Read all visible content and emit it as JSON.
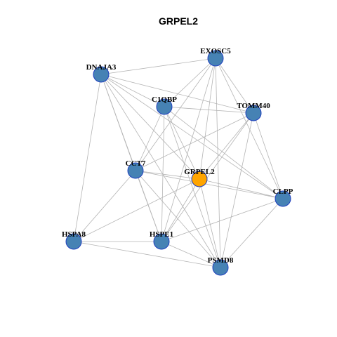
{
  "title": "GRPEL2",
  "colors": {
    "background": "#ffffff",
    "edge": "#b4b4b4",
    "node_default": "#4682b4",
    "node_highlight": "#ffa500",
    "node_border": "#1f3fbf"
  },
  "nodes": [
    {
      "id": "EXOSC5",
      "label": "EXOSC5",
      "highlight": false
    },
    {
      "id": "DNAJA3",
      "label": "DNAJA3",
      "highlight": false
    },
    {
      "id": "C1QBP",
      "label": "C1QBP",
      "highlight": false
    },
    {
      "id": "TOMM40",
      "label": "TOMM40",
      "highlight": false
    },
    {
      "id": "CCT7",
      "label": "CCT7",
      "highlight": false
    },
    {
      "id": "GRPEL2",
      "label": "GRPEL2",
      "highlight": true
    },
    {
      "id": "CLPP",
      "label": "CLPP",
      "highlight": false
    },
    {
      "id": "HSPA8",
      "label": "HSPA8",
      "highlight": false
    },
    {
      "id": "HSPE1",
      "label": "HSPE1",
      "highlight": false
    },
    {
      "id": "PSMD8",
      "label": "PSMD8",
      "highlight": false
    }
  ],
  "edges": [
    [
      "DNAJA3",
      "EXOSC5"
    ],
    [
      "DNAJA3",
      "C1QBP"
    ],
    [
      "DNAJA3",
      "TOMM40"
    ],
    [
      "DNAJA3",
      "CCT7"
    ],
    [
      "DNAJA3",
      "GRPEL2"
    ],
    [
      "DNAJA3",
      "CLPP"
    ],
    [
      "DNAJA3",
      "HSPA8"
    ],
    [
      "DNAJA3",
      "HSPE1"
    ],
    [
      "DNAJA3",
      "PSMD8"
    ],
    [
      "EXOSC5",
      "C1QBP"
    ],
    [
      "EXOSC5",
      "TOMM40"
    ],
    [
      "EXOSC5",
      "CCT7"
    ],
    [
      "EXOSC5",
      "GRPEL2"
    ],
    [
      "EXOSC5",
      "CLPP"
    ],
    [
      "EXOSC5",
      "HSPE1"
    ],
    [
      "EXOSC5",
      "PSMD8"
    ],
    [
      "C1QBP",
      "TOMM40"
    ],
    [
      "C1QBP",
      "CCT7"
    ],
    [
      "C1QBP",
      "GRPEL2"
    ],
    [
      "C1QBP",
      "CLPP"
    ],
    [
      "C1QBP",
      "HSPE1"
    ],
    [
      "C1QBP",
      "PSMD8"
    ],
    [
      "TOMM40",
      "CCT7"
    ],
    [
      "TOMM40",
      "GRPEL2"
    ],
    [
      "TOMM40",
      "CLPP"
    ],
    [
      "TOMM40",
      "HSPE1"
    ],
    [
      "TOMM40",
      "PSMD8"
    ],
    [
      "CCT7",
      "GRPEL2"
    ],
    [
      "CCT7",
      "CLPP"
    ],
    [
      "CCT7",
      "HSPA8"
    ],
    [
      "CCT7",
      "HSPE1"
    ],
    [
      "CCT7",
      "PSMD8"
    ],
    [
      "GRPEL2",
      "CLPP"
    ],
    [
      "GRPEL2",
      "HSPA8"
    ],
    [
      "GRPEL2",
      "HSPE1"
    ],
    [
      "GRPEL2",
      "PSMD8"
    ],
    [
      "CLPP",
      "HSPE1"
    ],
    [
      "CLPP",
      "PSMD8"
    ],
    [
      "HSPA8",
      "HSPE1"
    ],
    [
      "HSPA8",
      "PSMD8"
    ],
    [
      "HSPE1",
      "PSMD8"
    ]
  ]
}
